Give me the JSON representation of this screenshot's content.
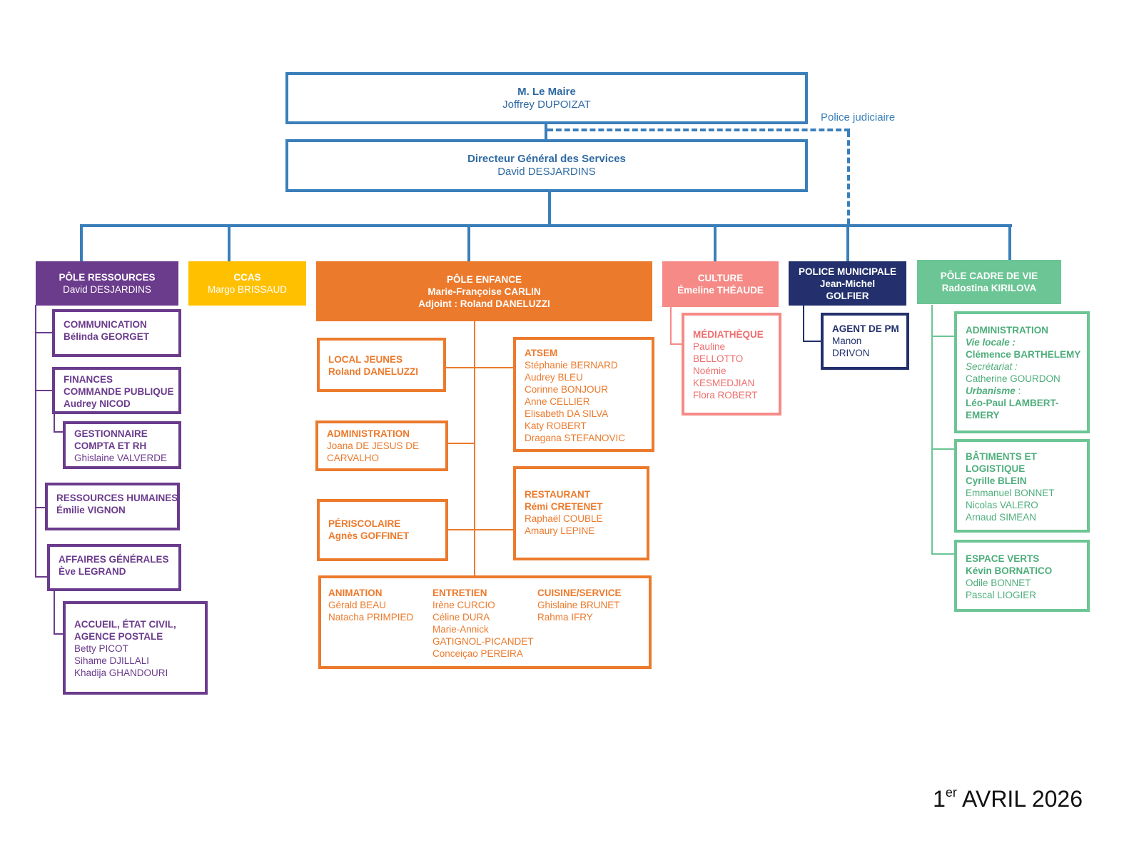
{
  "colors": {
    "direction_blue": "#3a7fba",
    "ressources_purple": "#6b3b8c",
    "ccas_yellow": "#ffc000",
    "enfance_orange": "#ec7a2c",
    "culture_salmon": "#f58a86",
    "police_navy": "#23306d",
    "cadre_vie_green": "#6cc594"
  },
  "maire": {
    "title": "M. Le Maire",
    "name": "Joffrey DUPOIZAT"
  },
  "dgs": {
    "title": "Directeur Général des Services",
    "name": "David DESJARDINS"
  },
  "police_judiciaire_label": "Police judiciaire",
  "ressources": {
    "title": "PÔLE RESSOURCES",
    "name": "David DESJARDINS",
    "communication": {
      "title": "COMMUNICATION",
      "name": "Bélinda GEORGET"
    },
    "finances": {
      "title1": "FINANCES",
      "title2": "COMMANDE PUBLIQUE",
      "name": "Audrey NICOD"
    },
    "gestionnaire": {
      "title1": "GESTIONNAIRE",
      "title2": "COMPTA ET RH",
      "name": "Ghislaine VALVERDE"
    },
    "rh": {
      "title": "RESSOURCES HUMAINES",
      "name": "Émilie VIGNON"
    },
    "affaires": {
      "title": "AFFAIRES GÉNÉRALES",
      "name": "Ève LEGRAND"
    },
    "accueil": {
      "title1": "ACCUEIL, ÉTAT CIVIL,",
      "title2": "AGENCE POSTALE",
      "members": [
        "Betty PICOT",
        "Sihame DJILLALI",
        "Khadija GHANDOURI"
      ]
    }
  },
  "ccas": {
    "title": "CCAS",
    "name": "Margo BRISSAUD"
  },
  "enfance": {
    "title": "PÔLE ENFANCE",
    "name": "Marie-Françoise CARLIN",
    "adjoint": "Adjoint : Roland DANELUZZI",
    "local_jeunes": {
      "title": "LOCAL JEUNES",
      "name": "Roland DANELUZZI"
    },
    "administration": {
      "title": "ADMINISTRATION",
      "line1": "Joana DE JESUS DE",
      "line2": "CARVALHO"
    },
    "periscolaire": {
      "title": "PÉRISCOLAIRE",
      "name": "Agnès GOFFINET"
    },
    "atsem": {
      "title": "ATSEM",
      "members": [
        "Stéphanie BERNARD",
        "Audrey BLEU",
        "Corinne BONJOUR",
        "Anne CELLIER",
        "Elisabeth DA SILVA",
        "Katy ROBERT",
        "Dragana STEFANOVIC"
      ]
    },
    "restaurant": {
      "title": "RESTAURANT",
      "lead": "Rémi CRETENET",
      "members": [
        "Raphaël COUBLE",
        "Amaury LEPINE"
      ]
    },
    "animation": {
      "title": "ANIMATION",
      "members": [
        "Gérald BEAU",
        "Natacha PRIMPIED"
      ]
    },
    "entretien": {
      "title": "ENTRETIEN",
      "members": [
        "Irène CURCIO",
        "Céline DURA",
        "Marie-Annick",
        "GATIGNOL-PICANDET",
        "Conceiçao PEREIRA"
      ]
    },
    "cuisine": {
      "title": "CUISINE/SERVICE",
      "members": [
        "Ghislaine BRUNET",
        "Rahma IFRY"
      ]
    }
  },
  "culture": {
    "title": "CULTURE",
    "name": "Émeline THÉAUDE",
    "mediatheque": {
      "title": "MÉDIATHÈQUE",
      "members": [
        "Pauline",
        "BELLOTTO",
        "Noémie",
        "KESMEDJIAN",
        "Flora ROBERT"
      ]
    }
  },
  "police": {
    "title": "POLICE MUNICIPALE",
    "name1": "Jean-Michel",
    "name2": "GOLFIER",
    "agent": {
      "title": "AGENT DE PM",
      "line1": "Manon",
      "line2": "DRIVON"
    }
  },
  "cadre_vie": {
    "title": "PÔLE CADRE DE VIE",
    "name": "Radostina KIRILOVA",
    "administration": {
      "title": "ADMINISTRATION",
      "vie_locale_label": "Vie locale :",
      "vie_locale_name": "Clémence BARTHELEMY",
      "secretariat_label": "Secrétariat :",
      "secretariat_name": "Catherine GOURDON",
      "urbanisme_label": "Urbanisme",
      "urbanisme_colon": " :",
      "urbanisme_name1": "Léo-Paul LAMBERT-",
      "urbanisme_name2": "EMERY"
    },
    "batiments": {
      "title1": "BÂTIMENTS ET",
      "title2": "LOGISTIQUE",
      "lead": "Cyrille BLEIN",
      "members": [
        "Emmanuel BONNET",
        "Nicolas VALERO",
        "Arnaud SIMEAN"
      ]
    },
    "espaces": {
      "title": "ESPACE VERTS",
      "lead": "Kévin BORNATICO",
      "members": [
        "Odile BONNET",
        "Pascal LIOGIER"
      ]
    }
  },
  "footer": {
    "day": "1",
    "sup": "er",
    "rest": " AVRIL 2026"
  }
}
